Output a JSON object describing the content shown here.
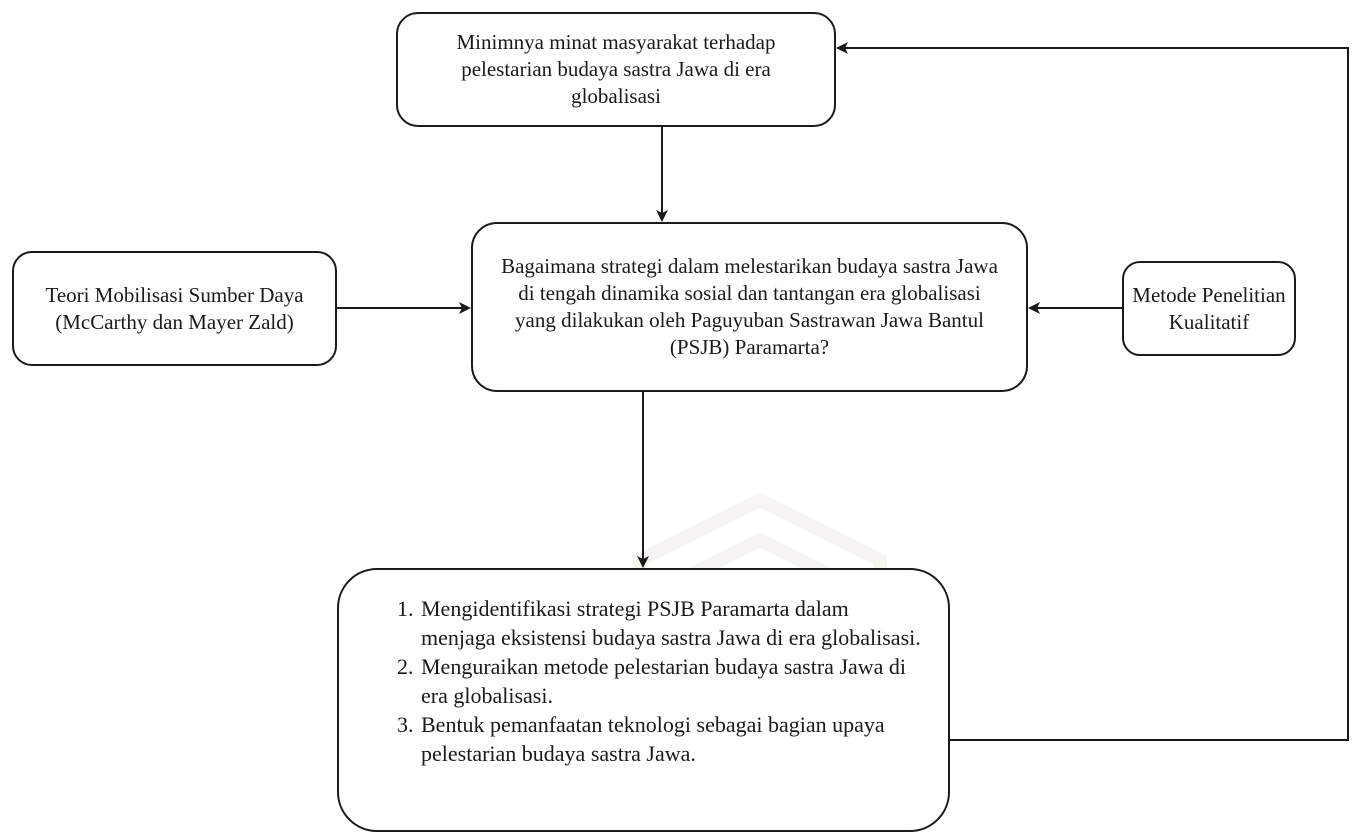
{
  "diagram": {
    "nodes": {
      "problem": {
        "lines": [
          "Minimnya minat masyarakat terhadap",
          "pelestarian budaya sastra Jawa di era",
          "globalisasi"
        ]
      },
      "research_question": {
        "lines": [
          "Bagaimana strategi dalam melestarikan budaya sastra Jawa",
          "di tengah dinamika sosial dan tantangan era globalisasi",
          "yang dilakukan oleh Paguyuban Sastrawan Jawa Bantul",
          "(PSJB) Paramarta?"
        ]
      },
      "theory": {
        "lines": [
          "Teori Mobilisasi Sumber Daya",
          "(McCarthy dan Mayer Zald)"
        ]
      },
      "method": {
        "lines": [
          "Metode Penelitian",
          "Kualitatif"
        ]
      },
      "objectives": {
        "items": [
          "Mengidentifikasi strategi PSJB Paramarta dalam menjaga eksistensi budaya sastra Jawa di era globalisasi.",
          "Menguraikan metode pelestarian budaya sastra Jawa di era globalisasi.",
          "Bentuk pemanfaatan teknologi sebagai bagian upaya pelestarian budaya sastra Jawa."
        ]
      }
    },
    "edges": [
      {
        "from": "problem",
        "to": "research_question"
      },
      {
        "from": "theory",
        "to": "research_question"
      },
      {
        "from": "method",
        "to": "research_question"
      },
      {
        "from": "research_question",
        "to": "objectives"
      },
      {
        "from": "objectives",
        "to": "problem"
      }
    ],
    "colors": {
      "stroke": "#1a1a1a",
      "background": "#ffffff",
      "watermark": "#8a6a2a"
    }
  }
}
